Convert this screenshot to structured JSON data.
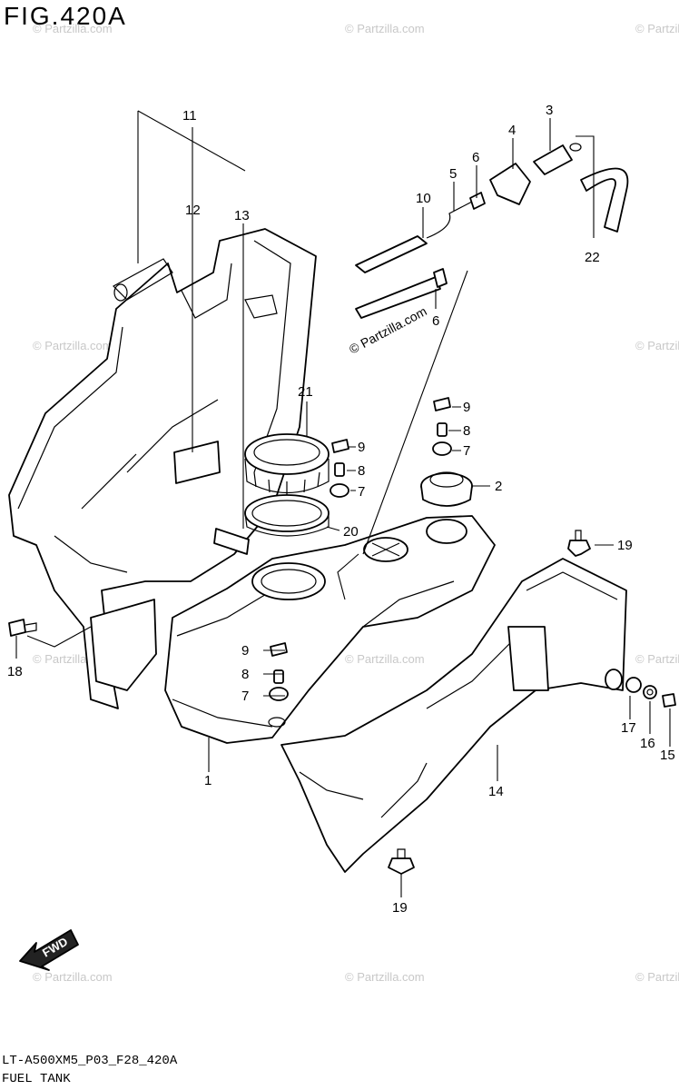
{
  "figure": {
    "title": "FIG.420A",
    "code": "LT-A500XM5_P03_F28_420A",
    "name": "FUEL TANK"
  },
  "watermark": {
    "text": "© Partzilla.com"
  },
  "direction_marker": {
    "label": "FWD"
  },
  "callouts": [
    {
      "id": "c11",
      "label": "11"
    },
    {
      "id": "c12",
      "label": "12"
    },
    {
      "id": "c13",
      "label": "13"
    },
    {
      "id": "c10",
      "label": "10"
    },
    {
      "id": "c5",
      "label": "5"
    },
    {
      "id": "c6a",
      "label": "6"
    },
    {
      "id": "c4",
      "label": "4"
    },
    {
      "id": "c3",
      "label": "3"
    },
    {
      "id": "c22",
      "label": "22"
    },
    {
      "id": "c6b",
      "label": "6"
    },
    {
      "id": "c21",
      "label": "21"
    },
    {
      "id": "c9a",
      "label": "9"
    },
    {
      "id": "c8a",
      "label": "8"
    },
    {
      "id": "c7a",
      "label": "7"
    },
    {
      "id": "c9b",
      "label": "9"
    },
    {
      "id": "c8b",
      "label": "8"
    },
    {
      "id": "c7b",
      "label": "7"
    },
    {
      "id": "c2",
      "label": "2"
    },
    {
      "id": "c20",
      "label": "20"
    },
    {
      "id": "c19a",
      "label": "19"
    },
    {
      "id": "c18",
      "label": "18"
    },
    {
      "id": "c9c",
      "label": "9"
    },
    {
      "id": "c8c",
      "label": "8"
    },
    {
      "id": "c7c",
      "label": "7"
    },
    {
      "id": "c1",
      "label": "1"
    },
    {
      "id": "c14",
      "label": "14"
    },
    {
      "id": "c17",
      "label": "17"
    },
    {
      "id": "c16",
      "label": "16"
    },
    {
      "id": "c15",
      "label": "15"
    },
    {
      "id": "c19b",
      "label": "19"
    }
  ]
}
